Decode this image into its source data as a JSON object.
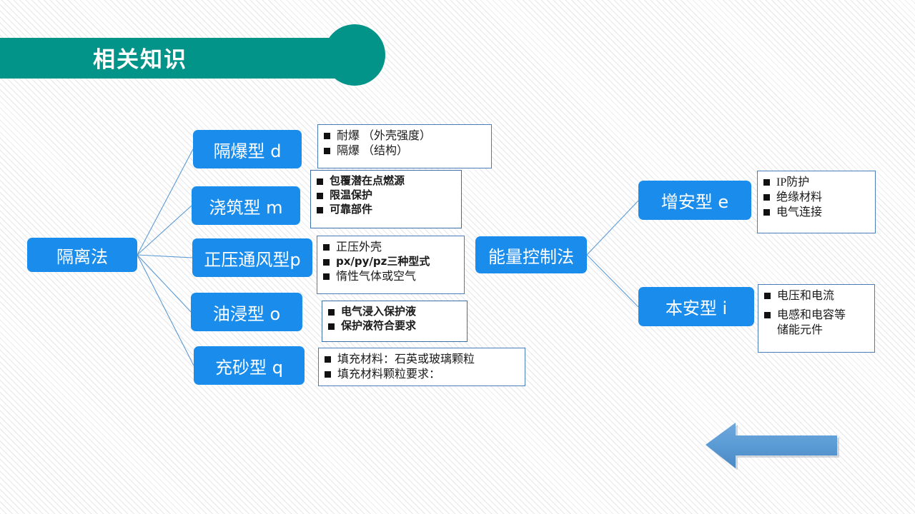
{
  "header": {
    "title": "相关知识",
    "bar_color": "#029488",
    "text_color": "#ffffff"
  },
  "theme": {
    "node_blue": "#1A8CEC",
    "link_blue": "#5B9BD5",
    "box_border": "#4a7ebb",
    "arrow_blue": "#5B9BD5",
    "background": "#ffffff"
  },
  "diagram": {
    "left_branch": {
      "root": {
        "label": "隔离法"
      },
      "children": [
        {
          "label": "隔爆型  d"
        },
        {
          "label": "浇筑型  m"
        },
        {
          "label": "正压通风型p"
        },
        {
          "label": "油浸型  o"
        },
        {
          "label": "充砂型  q"
        }
      ],
      "detail_boxes": [
        {
          "style": "serif",
          "items": [
            "耐爆 （外壳强度）",
            "隔爆 （结构）"
          ]
        },
        {
          "style": "sans",
          "items": [
            "包覆潜在点燃源",
            "限温保护",
            "可靠部件"
          ]
        },
        {
          "style": "serif",
          "items": [
            "正压外壳",
            "px/py/pz三种型式",
            "惰性气体或空气"
          ]
        },
        {
          "style": "sans",
          "items": [
            "电气浸入保护液",
            "保护液符合要求"
          ]
        },
        {
          "style": "serif",
          "items": [
            "填充材料：石英或玻璃颗粒",
            "填充材料颗粒要求："
          ]
        }
      ]
    },
    "right_branch": {
      "root": {
        "label": "能量控制法"
      },
      "children": [
        {
          "label": "增安型  e"
        },
        {
          "label": "本安型  i"
        }
      ],
      "detail_boxes": [
        {
          "style": "serif",
          "items": [
            "IP防护",
            " 绝缘材料",
            "电气连接"
          ]
        },
        {
          "style": "serif",
          "items": [
            "电压和电流",
            "电感和电容等"
          ],
          "continuation": "储能元件"
        }
      ]
    }
  },
  "arrow": {
    "direction": "left",
    "name": "left-pointing-arrow"
  }
}
